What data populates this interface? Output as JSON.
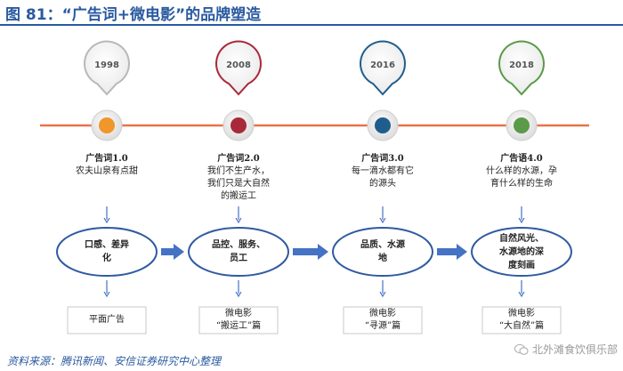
{
  "title": "图 81：“广告词+微电影”的品牌塑造",
  "source": "资料来源：腾讯新闻、安信证券研究中心整理",
  "watermark": "北外滩食饮俱乐部",
  "colors": {
    "timeline": "#e8734a",
    "title": "#2a5aa0",
    "oval_border": "#2f5aa0",
    "arrow": "#4472c4"
  },
  "columns": [
    {
      "year": "1998",
      "dot_color": "#f0962a",
      "ring_color": "#b8b8b8",
      "slogan": "广告词1.0",
      "desc": "农夫山泉有点甜",
      "keywords": "口感、差异\n化",
      "film": "平面广告"
    },
    {
      "year": "2008",
      "dot_color": "#a82a3a",
      "ring_color": "#a82a3a",
      "slogan": "广告词2.0",
      "desc": "我们不生产水，\n我们只是大自然\n的搬运工",
      "keywords": "品控、服务、\n员工",
      "film": "微电影\n“搬运工”篇"
    },
    {
      "year": "2016",
      "dot_color": "#1f5e8c",
      "ring_color": "#1f5e8c",
      "slogan": "广告词3.0",
      "desc": "每一滴水都有它\n的源头",
      "keywords": "品质、水源\n地",
      "film": "微电影\n“寻源”篇"
    },
    {
      "year": "2018",
      "dot_color": "#5a9a48",
      "ring_color": "#5a9a48",
      "slogan": "广告语4.0",
      "desc": "什么样的水源，孕\n育什么样的生命",
      "keywords": "自然风光、\n水源地的深\n度刻画",
      "film": "微电影\n“大自然”篇"
    }
  ]
}
